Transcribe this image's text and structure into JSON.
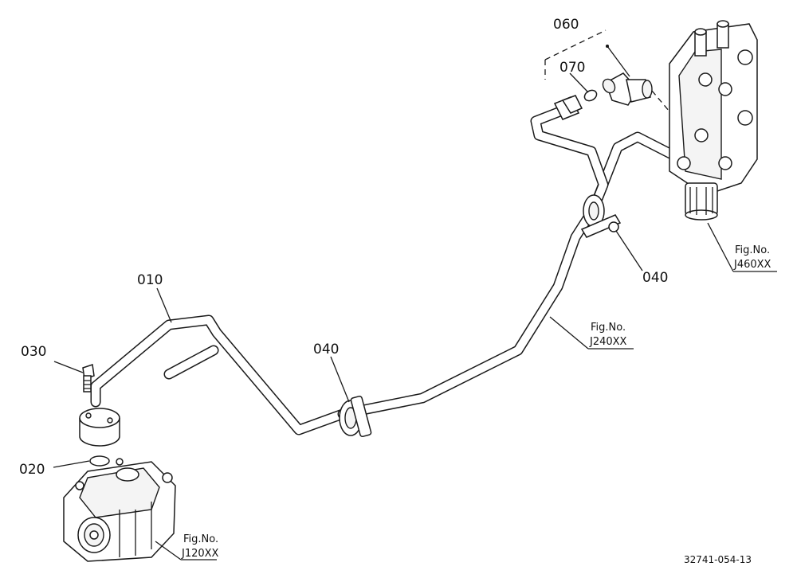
{
  "callouts": {
    "c010": "010",
    "c020": "020",
    "c030": "030",
    "c040a": "040",
    "c040b": "040",
    "c060": "060",
    "c070": "070"
  },
  "references": {
    "pump": {
      "line1": "Fig.No.",
      "line2": "J120XX"
    },
    "pipe": {
      "line1": "Fig.No.",
      "line2": "J240XX"
    },
    "valve": {
      "line1": "Fig.No.",
      "line2": "J460XX"
    }
  },
  "footer": {
    "code": "32741-054-13"
  }
}
